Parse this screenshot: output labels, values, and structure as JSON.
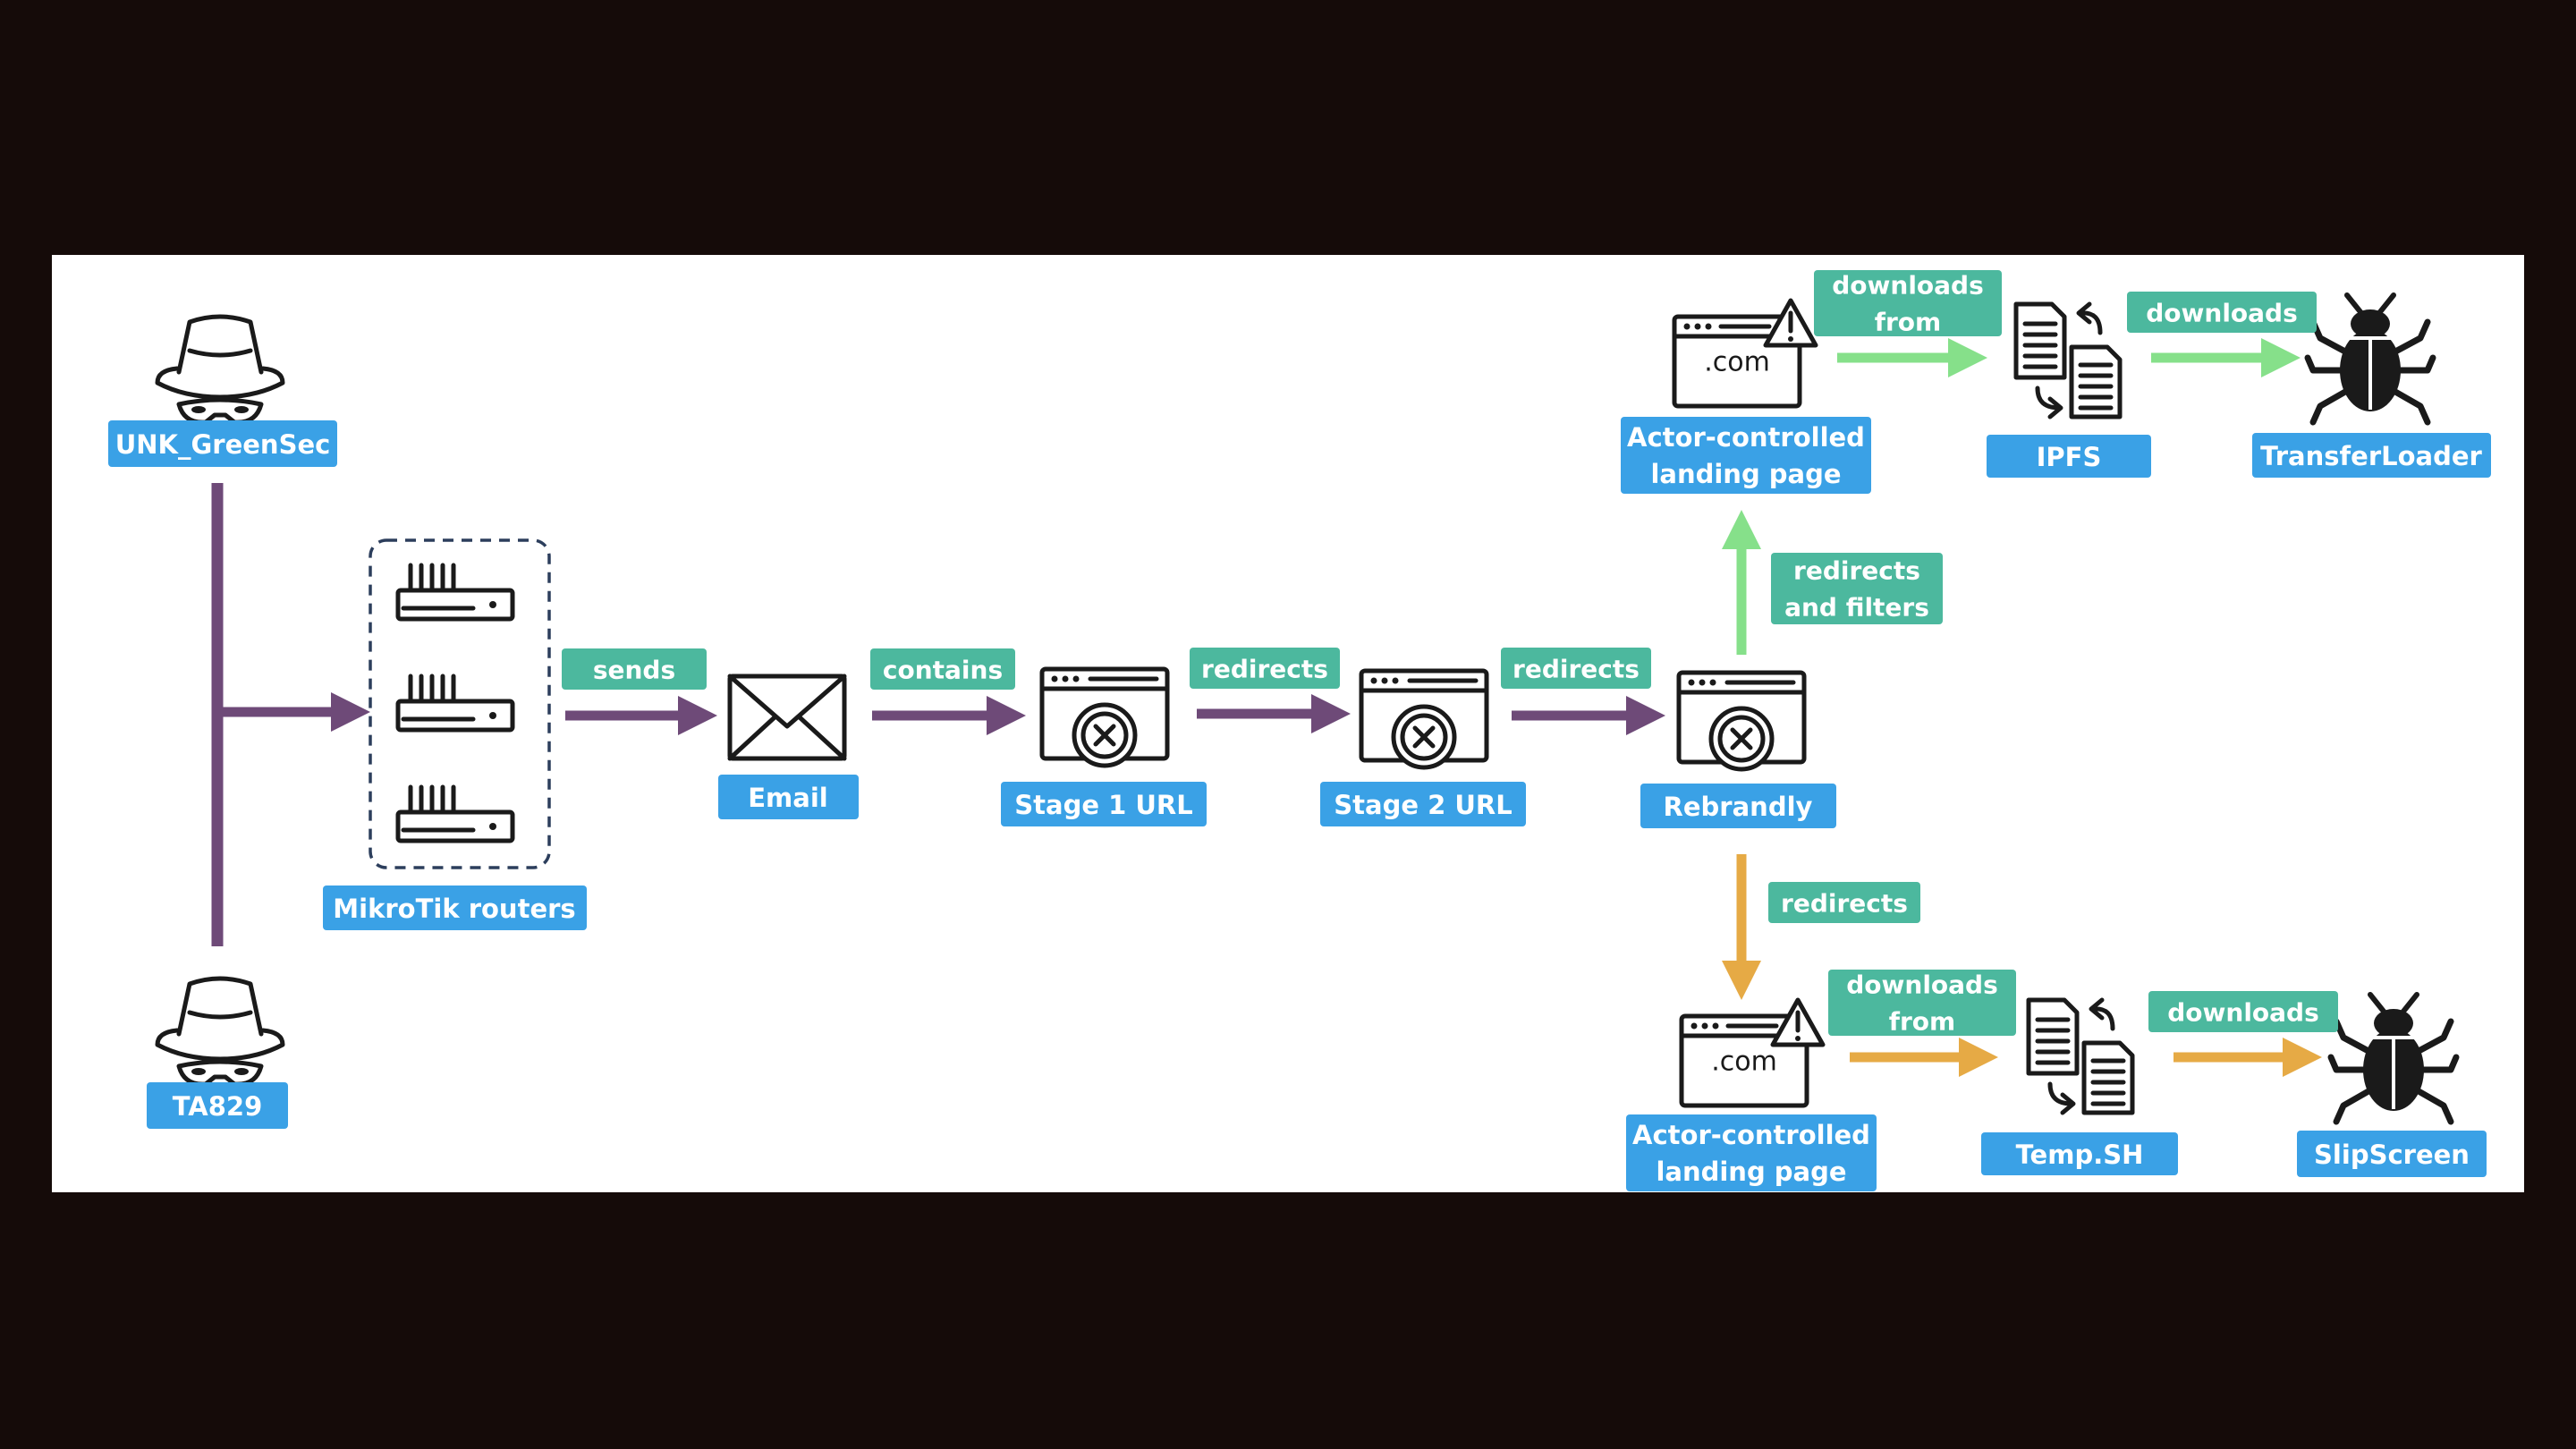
{
  "colors": {
    "background": "#150b09",
    "panel": "#ffffff",
    "node_label": "#3aa1e6",
    "edge_label": "#4cb89e",
    "edge_purple": "#6e4a78",
    "edge_green": "#86e08a",
    "edge_orange": "#e6aa45",
    "icon": "#1a1a1a"
  },
  "nodes": {
    "unk_greensec": {
      "label": "UNK_GreenSec",
      "icon": "spy-icon"
    },
    "ta829": {
      "label": "TA829",
      "icon": "spy-icon"
    },
    "mikrotik": {
      "label": "MikroTik routers",
      "icon": "router-icon"
    },
    "email": {
      "label": "Email",
      "icon": "envelope-icon"
    },
    "stage1": {
      "label": "Stage 1 URL",
      "icon": "blocked-webpage-icon"
    },
    "stage2": {
      "label": "Stage 2 URL",
      "icon": "blocked-webpage-icon"
    },
    "rebrandly": {
      "label": "Rebrandly",
      "icon": "blocked-webpage-icon"
    },
    "landing_top": {
      "label_line1": "Actor-controlled",
      "label_line2": "landing page",
      "icon": "warning-domain-icon",
      "domain_text": ".com"
    },
    "ipfs": {
      "label": "IPFS",
      "icon": "file-transfer-icon"
    },
    "transferloader": {
      "label": "TransferLoader",
      "icon": "bug-icon"
    },
    "landing_bottom": {
      "label_line1": "Actor-controlled",
      "label_line2": "landing page",
      "icon": "warning-domain-icon",
      "domain_text": ".com"
    },
    "tempsh": {
      "label": "Temp.SH",
      "icon": "file-transfer-icon"
    },
    "slipscreen": {
      "label": "SlipScreen",
      "icon": "bug-icon"
    }
  },
  "edges": {
    "sends": "sends",
    "contains": "contains",
    "redirects_1": "redirects",
    "redirects_2": "redirects",
    "redirects_filters_line1": "redirects",
    "redirects_filters_line2": "and filters",
    "redirects_down": "redirects",
    "downloads_from_top_line1": "downloads",
    "downloads_from_top_line2": "from",
    "downloads_top": "downloads",
    "downloads_from_bottom_line1": "downloads",
    "downloads_from_bottom_line2": "from",
    "downloads_bottom": "downloads"
  }
}
